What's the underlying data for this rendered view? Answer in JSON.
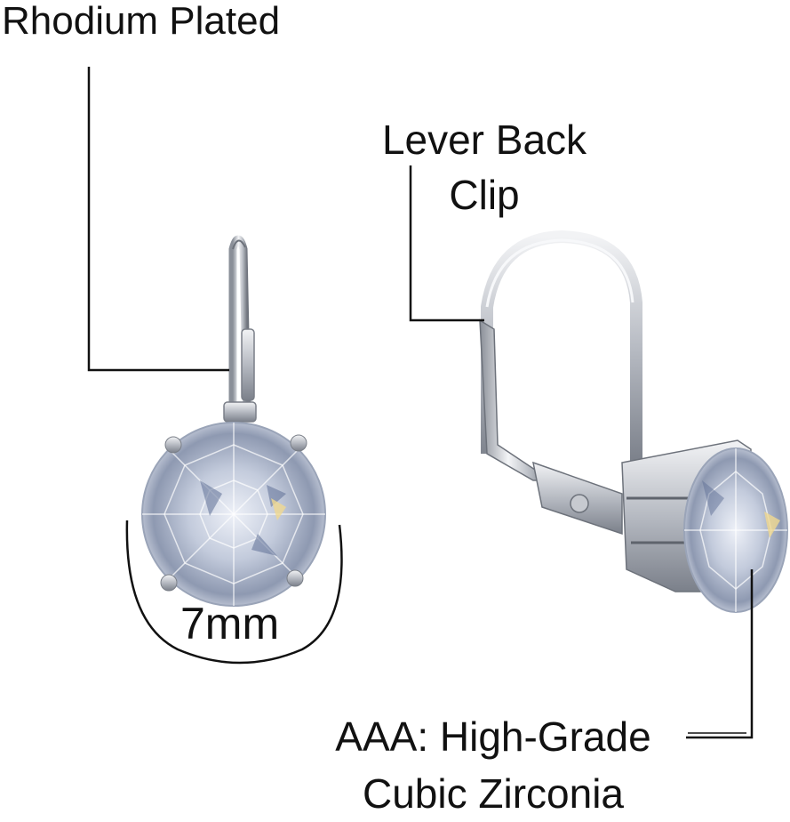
{
  "labels": {
    "rhodium": "Rhodium Plated",
    "lever_line1": "Lever Back",
    "lever_line2": "Clip",
    "size": "7mm",
    "stone_line1": "AAA: High-Grade",
    "stone_line2": "Cubic Zirconia"
  },
  "colors": {
    "background": "#ffffff",
    "text": "#111111",
    "metal": "#c9ccd2",
    "stone": "#b9c3d8"
  }
}
